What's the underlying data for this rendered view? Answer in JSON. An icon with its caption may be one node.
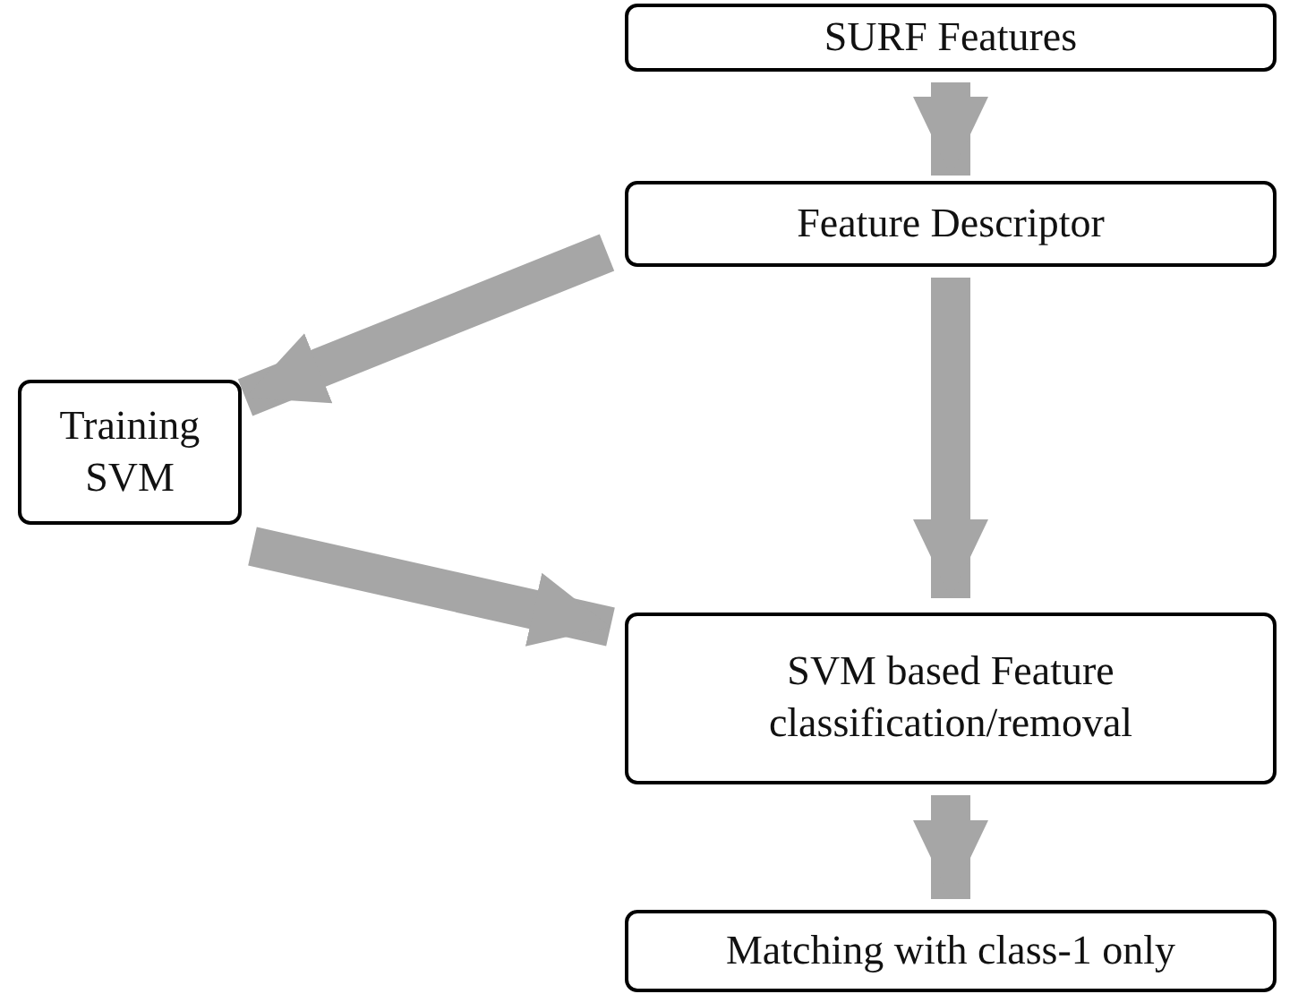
{
  "diagram": {
    "nodes": [
      {
        "text": [
          "SURF Features"
        ]
      },
      {
        "text": [
          "Feature Descriptor"
        ]
      },
      {
        "text": [
          "Training SVM"
        ]
      },
      {
        "text": [
          "SVM based Feature classification/removal"
        ]
      },
      {
        "text": [
          "Matching with class-1 only"
        ]
      }
    ],
    "edges": [
      {
        "from": 0,
        "to": 1,
        "arrow": "to"
      },
      {
        "from": 1,
        "to": 2,
        "arrow": "to"
      },
      {
        "from": 2,
        "to": 3,
        "arrow": "to"
      },
      {
        "from": 1,
        "to": 3,
        "arrow": "to"
      },
      {
        "from": 3,
        "to": 4,
        "arrow": "to"
      }
    ]
  }
}
